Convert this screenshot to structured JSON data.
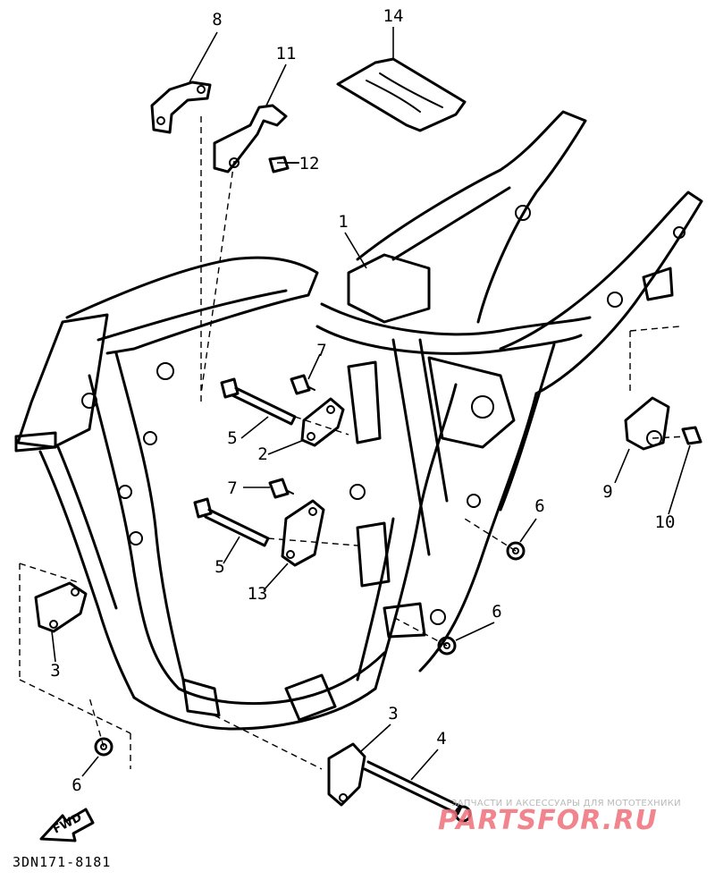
{
  "diagram_code": "3DN171-8181",
  "fwd_label": "FWD",
  "watermark": {
    "caption": "ЗАПЧАСТИ И АКСЕССУАРЫ ДЛЯ МОТОТЕХНИКИ",
    "logo": "PARTSFOR.RU"
  },
  "callouts": [
    {
      "id": "8",
      "label": "8"
    },
    {
      "id": "14",
      "label": "14"
    },
    {
      "id": "11",
      "label": "11"
    },
    {
      "id": "12",
      "label": "12"
    },
    {
      "id": "1",
      "label": "1"
    },
    {
      "id": "7a",
      "label": "7"
    },
    {
      "id": "5a",
      "label": "5"
    },
    {
      "id": "2",
      "label": "2"
    },
    {
      "id": "7b",
      "label": "7"
    },
    {
      "id": "5b",
      "label": "5"
    },
    {
      "id": "13",
      "label": "13"
    },
    {
      "id": "9",
      "label": "9"
    },
    {
      "id": "10",
      "label": "10"
    },
    {
      "id": "6a",
      "label": "6"
    },
    {
      "id": "6b",
      "label": "6"
    },
    {
      "id": "3a",
      "label": "3"
    },
    {
      "id": "3b",
      "label": "3"
    },
    {
      "id": "4",
      "label": "4"
    },
    {
      "id": "6c",
      "label": "6"
    }
  ]
}
